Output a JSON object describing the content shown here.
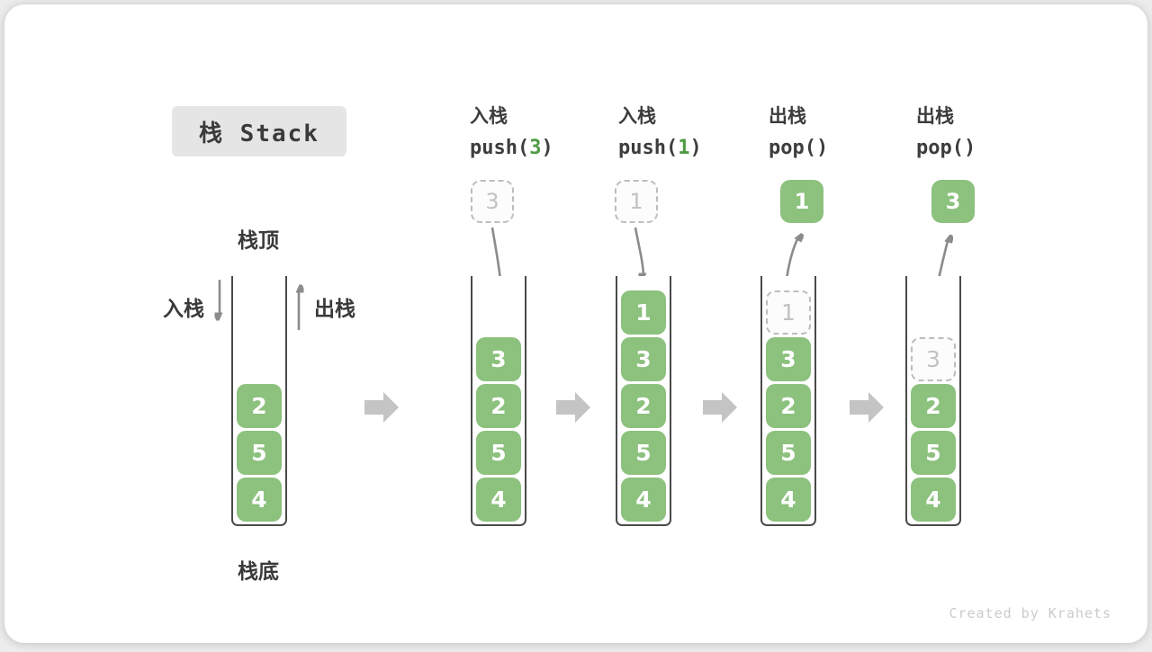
{
  "title": "栈 Stack",
  "legend": {
    "stack_top": "栈顶",
    "stack_bottom": "栈底",
    "push_side": "入栈",
    "pop_side": "出栈"
  },
  "columns": [
    {
      "name": "initial",
      "cells": [
        "2",
        "5",
        "4"
      ]
    },
    {
      "name": "push-3",
      "op": "入栈",
      "fn": "push(",
      "arg": "3",
      "fn_end": ")",
      "incoming": "3",
      "cells": [
        "3",
        "2",
        "5",
        "4"
      ]
    },
    {
      "name": "push-1",
      "op": "入栈",
      "fn": "push(",
      "arg": "1",
      "fn_end": ")",
      "incoming": "1",
      "cells": [
        "1",
        "3",
        "2",
        "5",
        "4"
      ]
    },
    {
      "name": "pop-1",
      "op": "出栈",
      "fn": "pop(",
      "arg": "",
      "fn_end": ")",
      "popped": "1",
      "ghost_cell": "1",
      "cells": [
        "3",
        "2",
        "5",
        "4"
      ]
    },
    {
      "name": "pop-3",
      "op": "出栈",
      "fn": "pop(",
      "arg": "",
      "fn_end": ")",
      "popped": "3",
      "ghost_cell": "3",
      "cells": [
        "2",
        "5",
        "4"
      ]
    }
  ],
  "icons": {
    "step_arrow": "block-right-arrow",
    "push_arrow": "curved-down-arrow",
    "pop_arrow": "curved-up-arrow"
  },
  "colors": {
    "cell_green": "#8cc17e",
    "arg_green": "#4e9b43",
    "thin_arrow_gray": "#8c8c8c",
    "block_arrow_gray": "#c4c4c4",
    "title_bg": "#e5e5e5"
  },
  "credit": "Created by Krahets"
}
